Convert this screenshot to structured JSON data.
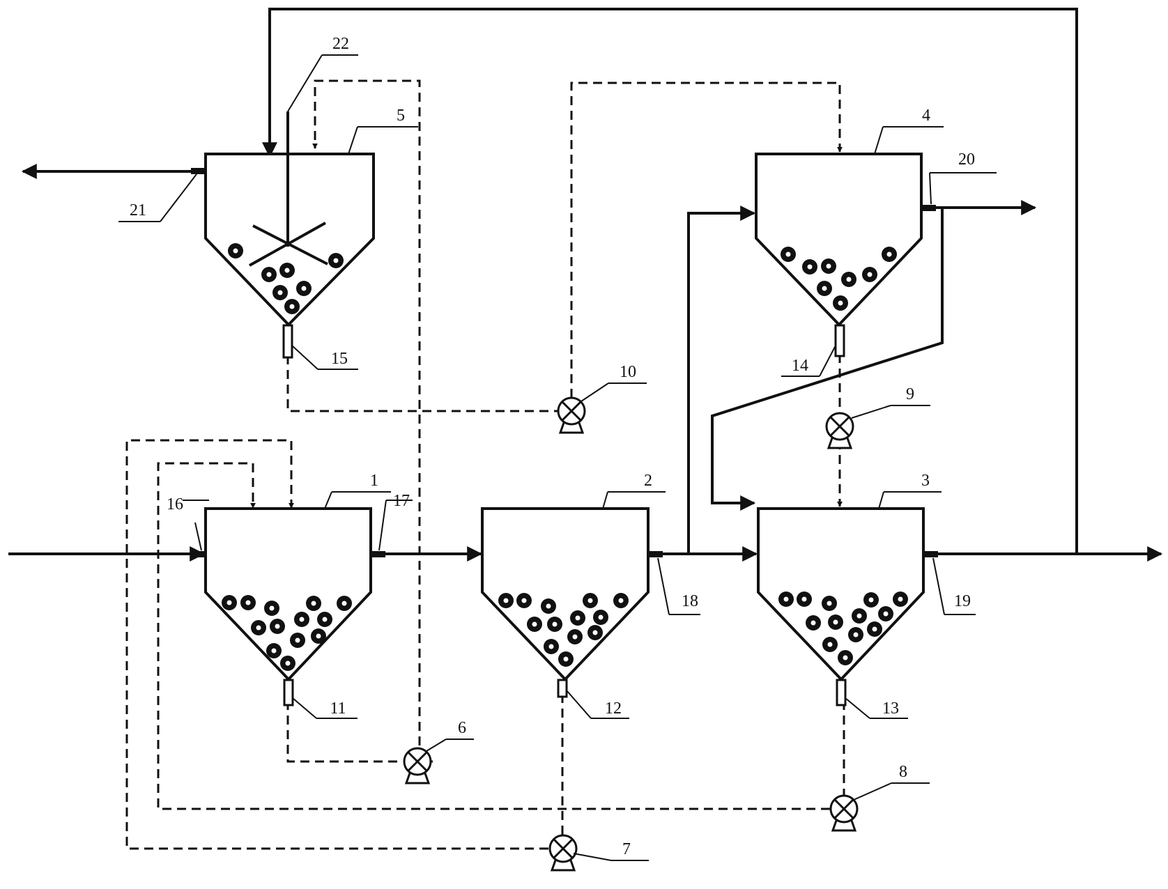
{
  "diagram": {
    "labels": {
      "tank_1": "1",
      "tank_2": "2",
      "tank_3": "3",
      "tank_4": "4",
      "tank_5": "5",
      "pump_6": "6",
      "pump_7": "7",
      "pump_8": "8",
      "pump_9": "9",
      "pump_10": "10",
      "valve_11": "11",
      "valve_12": "12",
      "valve_13": "13",
      "valve_14": "14",
      "valve_15": "15",
      "port_16": "16",
      "port_17": "17",
      "port_18": "18",
      "port_19": "19",
      "port_20": "20",
      "port_21": "21",
      "stirrer_22": "22"
    },
    "line_color": "#111111",
    "background_color": "#ffffff"
  }
}
